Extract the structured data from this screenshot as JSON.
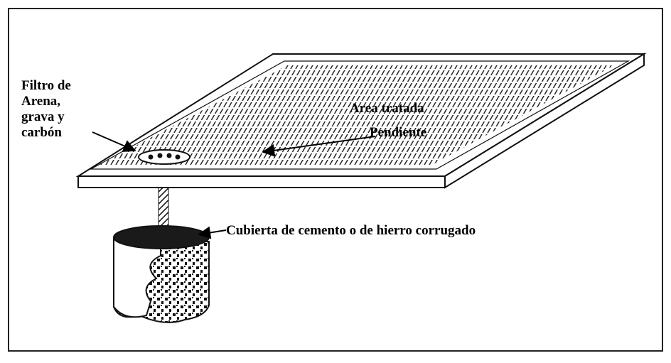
{
  "labels": {
    "filter_lines": [
      "Filtro de",
      "Arena,",
      "grava y",
      "carbón"
    ],
    "treated_area": "Area tratada",
    "slope": "Pendiente",
    "cover": "Cubierta de cemento o de hierro corrugado"
  },
  "colors": {
    "ink": "#000000",
    "background": "#ffffff",
    "frame": "#222222"
  }
}
